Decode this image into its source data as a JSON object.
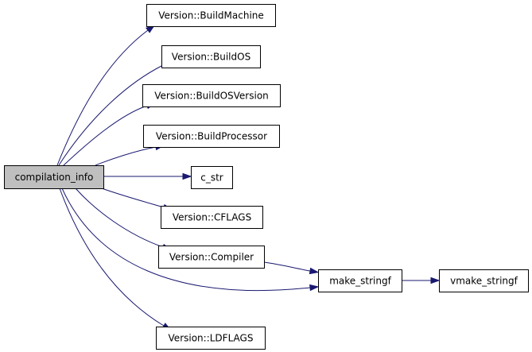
{
  "graph": {
    "nodes": [
      {
        "id": "compilation_info",
        "label": "compilation_info",
        "highlighted": true
      },
      {
        "id": "BuildMachine",
        "label": "Version::BuildMachine"
      },
      {
        "id": "BuildOS",
        "label": "Version::BuildOS"
      },
      {
        "id": "BuildOSVersion",
        "label": "Version::BuildOSVersion"
      },
      {
        "id": "BuildProcessor",
        "label": "Version::BuildProcessor"
      },
      {
        "id": "c_str",
        "label": "c_str"
      },
      {
        "id": "CFLAGS",
        "label": "Version::CFLAGS"
      },
      {
        "id": "Compiler",
        "label": "Version::Compiler"
      },
      {
        "id": "make_stringf",
        "label": "make_stringf"
      },
      {
        "id": "vmake_stringf",
        "label": "vmake_stringf"
      },
      {
        "id": "LDFLAGS",
        "label": "Version::LDFLAGS"
      }
    ],
    "edges": [
      {
        "from": "compilation_info",
        "to": "BuildMachine"
      },
      {
        "from": "compilation_info",
        "to": "BuildOS"
      },
      {
        "from": "compilation_info",
        "to": "BuildOSVersion"
      },
      {
        "from": "compilation_info",
        "to": "BuildProcessor"
      },
      {
        "from": "compilation_info",
        "to": "c_str"
      },
      {
        "from": "compilation_info",
        "to": "CFLAGS"
      },
      {
        "from": "compilation_info",
        "to": "Compiler"
      },
      {
        "from": "compilation_info",
        "to": "make_stringf"
      },
      {
        "from": "compilation_info",
        "to": "LDFLAGS"
      },
      {
        "from": "Compiler",
        "to": "make_stringf"
      },
      {
        "from": "make_stringf",
        "to": "vmake_stringf"
      }
    ],
    "colors": {
      "edge": "#191970",
      "root_fill": "#bfbfbf",
      "node_fill": "#ffffff",
      "node_border": "#000000"
    }
  }
}
